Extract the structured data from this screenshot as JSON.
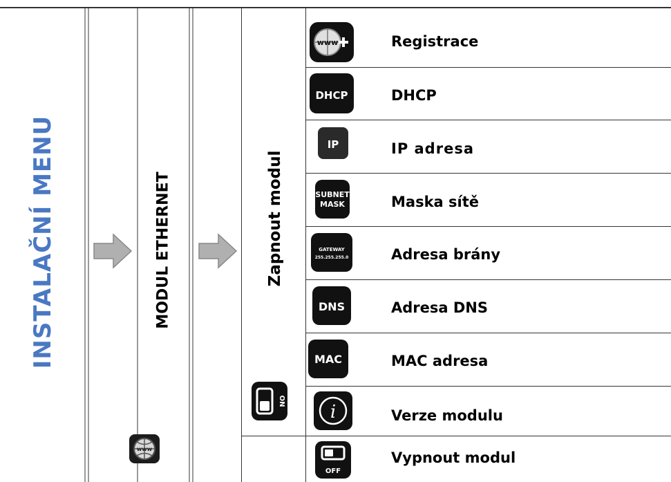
{
  "menu": {
    "title": "INSTALAČNÍ MENU",
    "title_color": "#4a78c2",
    "module": "MODUL ETHERNET",
    "submenu": "Zapnout modul"
  },
  "items": [
    {
      "label": "Registrace",
      "icon": "www-plus-icon"
    },
    {
      "label": "DHCP",
      "icon": "dhcp-icon"
    },
    {
      "label": "IP adresa",
      "icon": "ip-icon"
    },
    {
      "label": "Maska sítě",
      "icon": "subnet-mask-icon"
    },
    {
      "label": "Adresa brány",
      "icon": "gateway-icon"
    },
    {
      "label": "Adresa DNS",
      "icon": "dns-icon"
    },
    {
      "label": "MAC adresa",
      "icon": "mac-icon"
    },
    {
      "label": "Verze modulu",
      "icon": "info-icon"
    },
    {
      "label": "Vypnout modul",
      "icon": "toggle-off-icon"
    }
  ],
  "icon_text": {
    "dhcp": "DHCP",
    "ip": "IP",
    "subnet_1": "SUBNET",
    "subnet_2": "MASK",
    "gateway_1": "GATEWAY",
    "gateway_2": "255.255.255.0",
    "dns": "DNS",
    "mac": "MAC",
    "info": "i",
    "on": "ON",
    "off": "OFF",
    "www": "www"
  }
}
